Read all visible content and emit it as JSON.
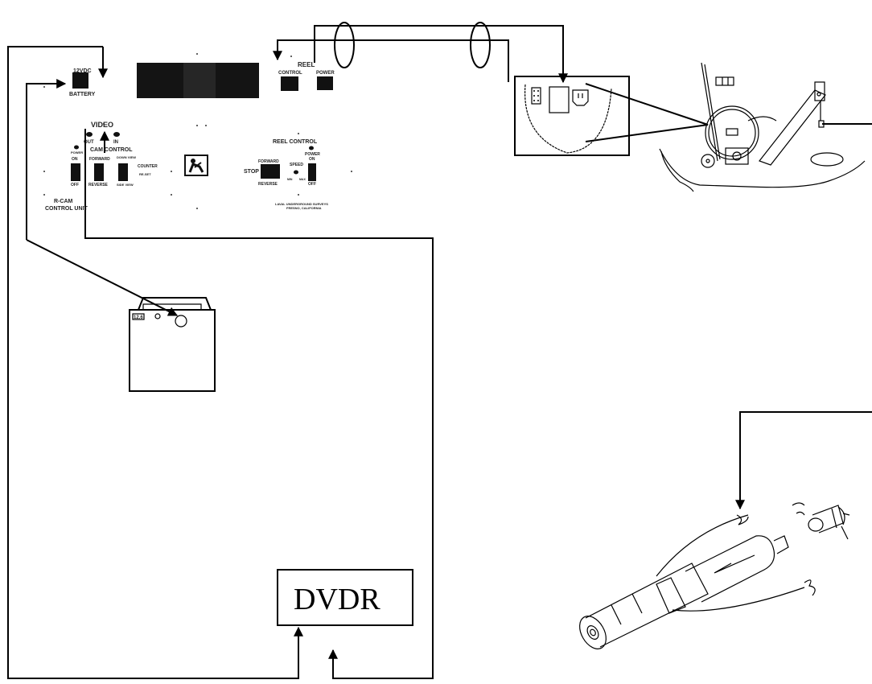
{
  "control_panel": {
    "battery_top": "12VDC",
    "battery_bottom": "BATTERY",
    "reel": "REEL",
    "control": "CONTROL",
    "power": "POWER",
    "video": "VIDEO",
    "out": "OUT",
    "in": "IN",
    "cam_control": "CAM CONTROL",
    "on": "ON",
    "off": "OFF",
    "forward": "FORWARD",
    "reverse": "REVERSE",
    "down_view": "DOWN VIEW",
    "side_view": "SIDE VIEW",
    "counter": "COUNTER",
    "reset": "RE-SET",
    "reel_control": "REEL CONTROL",
    "stop": "STOP",
    "speed": "SPEED",
    "min": "MIN",
    "max": "MAX",
    "unit_name_1": "R-CAM",
    "unit_name_2": "CONTROL UNIT",
    "maker_1": "LAVAL UNDERGROUND SURVEYS",
    "maker_2": "FRESNO, CALIFORNIA"
  },
  "battery_pack_label": "12.6",
  "recorder_label": "DVDR"
}
